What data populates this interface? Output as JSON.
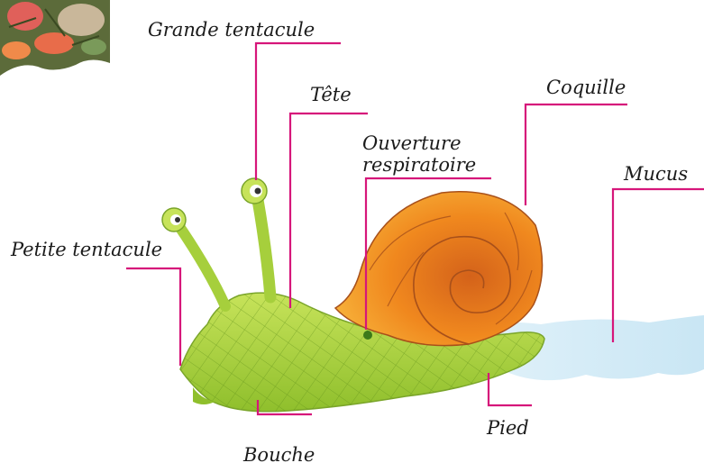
{
  "diagram": {
    "labels": {
      "grande_tentacule": "Grande tentacule",
      "tete": "Tête",
      "coquille": "Coquille",
      "ouverture_line1": "Ouverture",
      "ouverture_line2": "respiratoire",
      "mucus": "Mucus",
      "petite_tentacule": "Petite tentacule",
      "pied": "Pied",
      "bouche": "Bouche"
    },
    "colors": {
      "leader": "#d6167a",
      "body": "#a6cf3c",
      "shell": "#f28a1c",
      "mucus": "#d3ecf7"
    }
  }
}
